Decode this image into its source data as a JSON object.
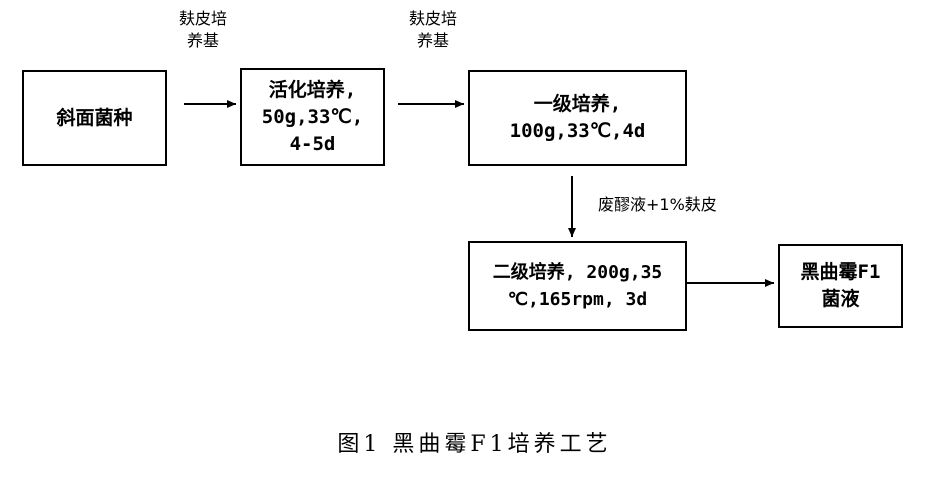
{
  "nodes": {
    "slant": "斜面菌种",
    "activation": "活化培养,\n50g,33℃,\n4-5d",
    "primary": "一级培养,\n100g,33℃,4d",
    "secondary": "二级培养, 200g,35\n℃,165rpm, 3d",
    "final": "黑曲霉F1\n菌液"
  },
  "edges": {
    "e1": "麸皮培\n养基",
    "e2": "麸皮培\n养基",
    "e3": "废醪液+1%麸皮"
  },
  "caption": "图1  黑曲霉F1培养工艺",
  "colors": {
    "line": "#000000",
    "background": "#ffffff"
  }
}
